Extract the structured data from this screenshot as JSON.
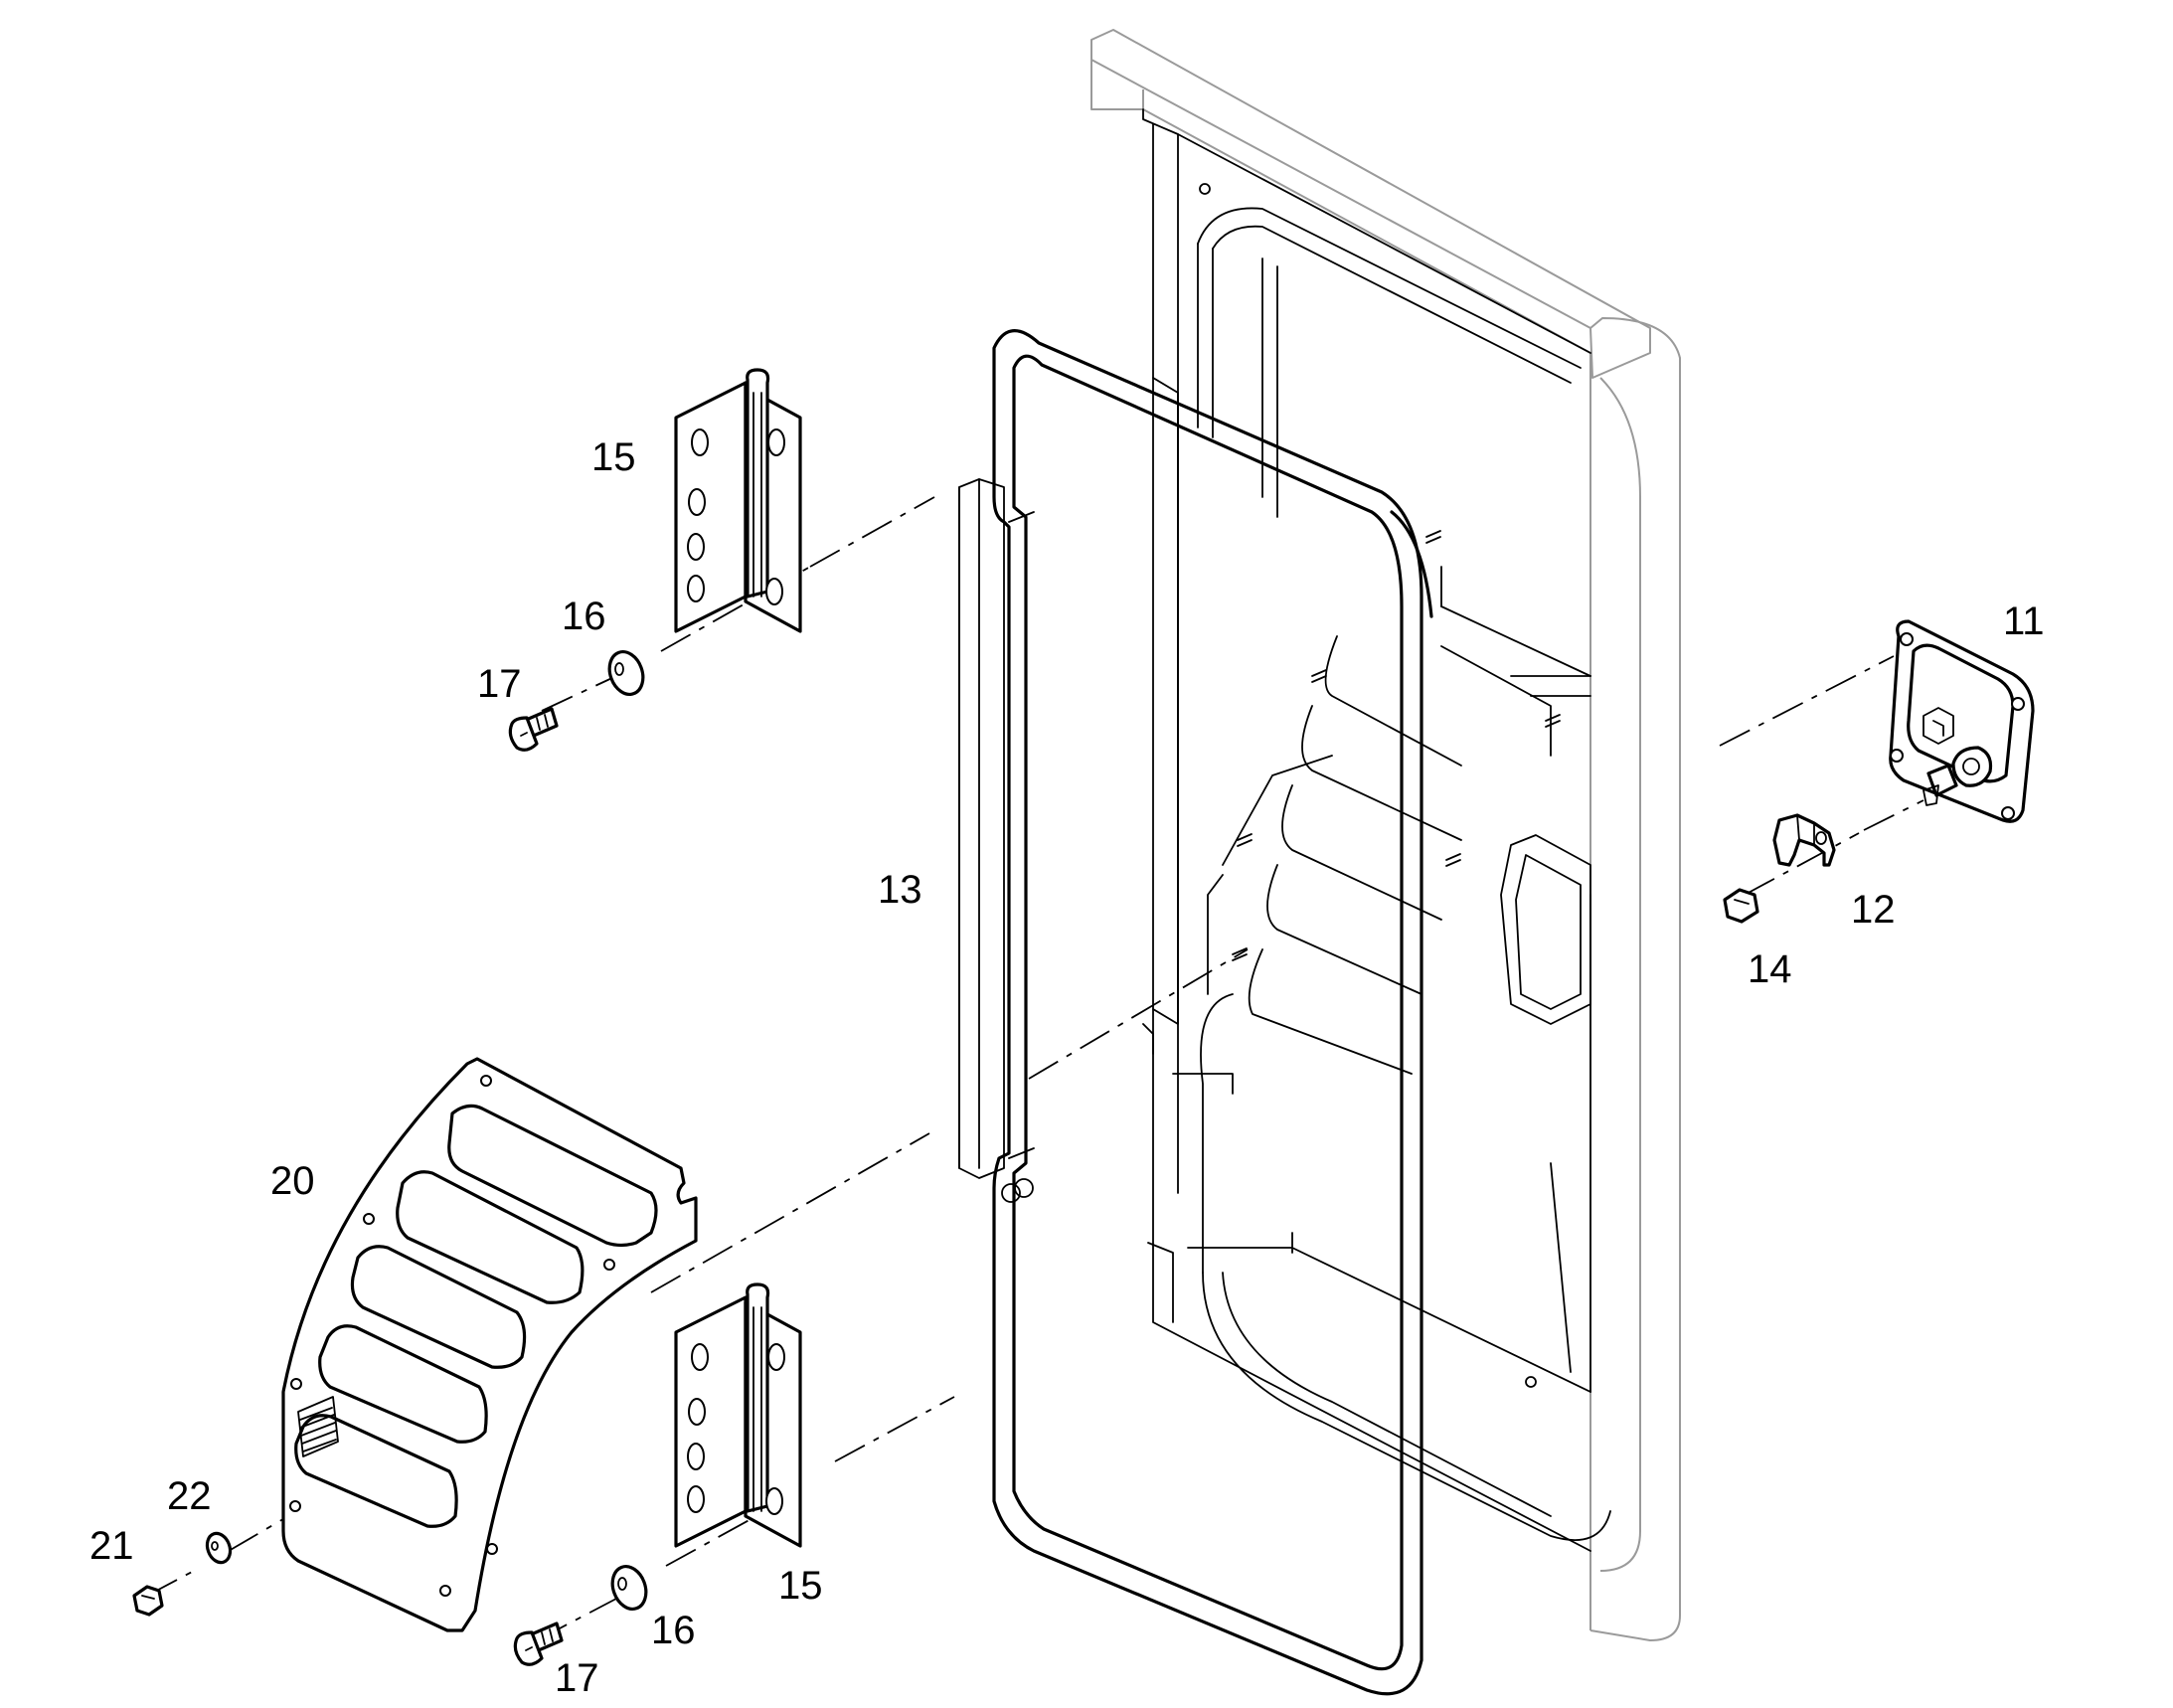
{
  "diagram": {
    "callouts": {
      "c11": "11",
      "c12": "12",
      "c13": "13",
      "c14": "14",
      "c15a": "15",
      "c15b": "15",
      "c16a": "16",
      "c16b": "16",
      "c17a": "17",
      "c17b": "17",
      "c20": "20",
      "c21": "21",
      "c22": "22"
    }
  }
}
